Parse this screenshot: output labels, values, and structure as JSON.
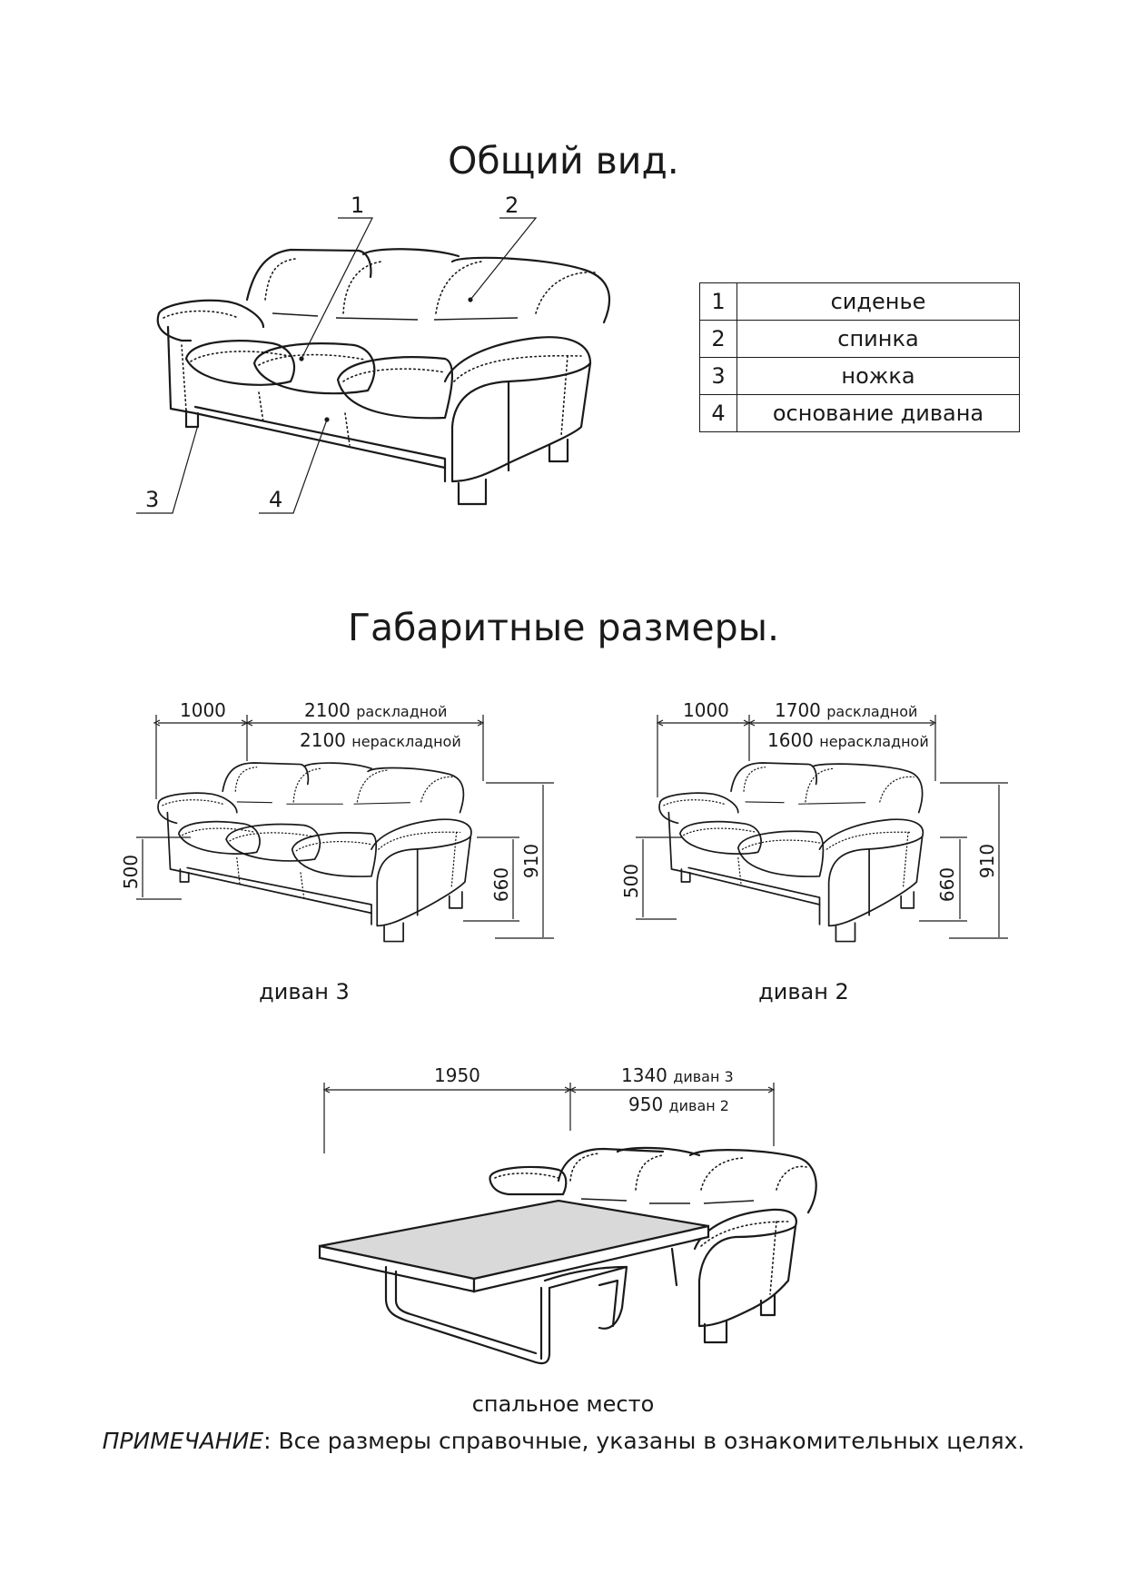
{
  "general_view": {
    "title": "Общий вид.",
    "callouts": [
      "1",
      "2",
      "3",
      "4"
    ],
    "legend": [
      {
        "num": "1",
        "label": "сиденье"
      },
      {
        "num": "2",
        "label": "спинка"
      },
      {
        "num": "3",
        "label": "ножка"
      },
      {
        "num": "4",
        "label": "основание дивана"
      }
    ]
  },
  "dimensions": {
    "title": "Габаритные размеры.",
    "sofa3": {
      "caption": "диван 3",
      "depth": "1000",
      "width_folded_value": "2100",
      "width_folded_note": "раскладной",
      "width_unfolded_value": "2100",
      "width_unfolded_note": "нераскладной",
      "seat_height": "500",
      "arm_height": "660",
      "total_height": "910"
    },
    "sofa2": {
      "caption": "диван 2",
      "depth": "1000",
      "width_folded_value": "1700",
      "width_folded_note": "раскладной",
      "width_unfolded_value": "1600",
      "width_unfolded_note": "нераскладной",
      "seat_height": "500",
      "arm_height": "660",
      "total_height": "910"
    },
    "bed": {
      "caption": "спальное место",
      "length": "1950",
      "width3_value": "1340",
      "width3_note": "диван 3",
      "width2_value": "950",
      "width2_note": "диван 2"
    }
  },
  "note": {
    "label": "ПРИМЕЧАНИЕ",
    "text": ": Все размеры справочные, указаны в ознакомительных целях."
  }
}
